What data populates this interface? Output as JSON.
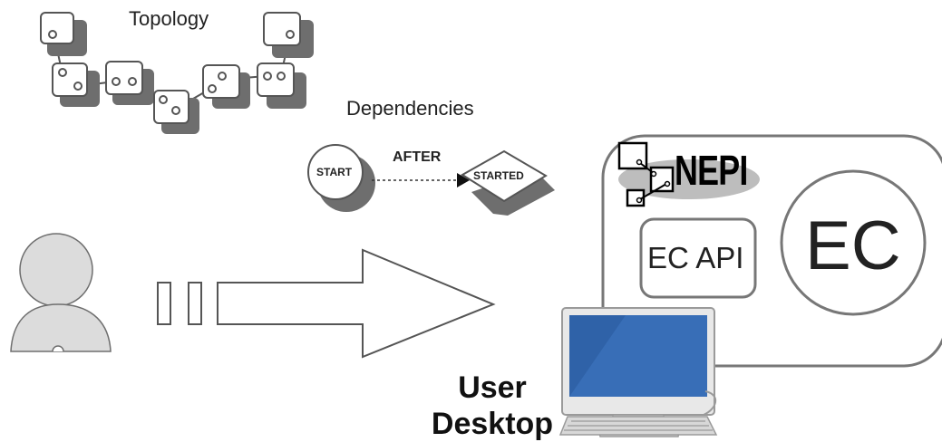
{
  "topology": {
    "label": "Topology"
  },
  "dependencies": {
    "label": "Dependencies",
    "relation": "AFTER",
    "from_state": "START",
    "to_state": "STARTED"
  },
  "nepi": {
    "logo_text": "NEPI",
    "ec_api_label": "EC API",
    "ec_label": "EC"
  },
  "desktop": {
    "label": "User Desktop"
  },
  "icons": [
    "user-icon",
    "computer-icon",
    "nepi-logo-icon",
    "arrow-icon",
    "node-icon"
  ],
  "colors": {
    "gray_dark": "#6e6e6e",
    "gray_light": "#dcdcdc",
    "stroke": "#555555",
    "screen_blue": "#2f62a8"
  }
}
